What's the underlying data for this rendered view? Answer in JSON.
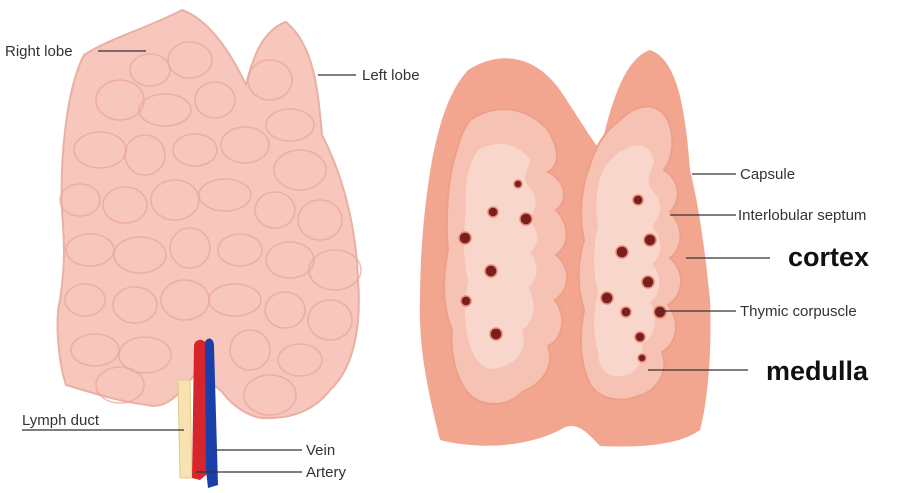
{
  "labels": {
    "right_lobe": "Right lobe",
    "left_lobe": "Left lobe",
    "lymph_duct": "Lymph duct",
    "vein": "Vein",
    "artery": "Artery",
    "capsule": "Capsule",
    "interlobular_septum": "Interlobular septum",
    "cortex": "cortex",
    "thymic_corpuscle": "Thymic corpuscle",
    "medulla": "medulla"
  },
  "colors": {
    "thymus_surface": "#f7c6bd",
    "lobule_edge": "#eaa598",
    "capsule": "#f2a690",
    "cortex": "#f6c2b3",
    "medulla": "#f9d6cc",
    "corpuscle": "#7a1f1f",
    "vein": "#1b3fa8",
    "artery": "#d7262b",
    "lymph_duct": "#f6e3b0"
  }
}
